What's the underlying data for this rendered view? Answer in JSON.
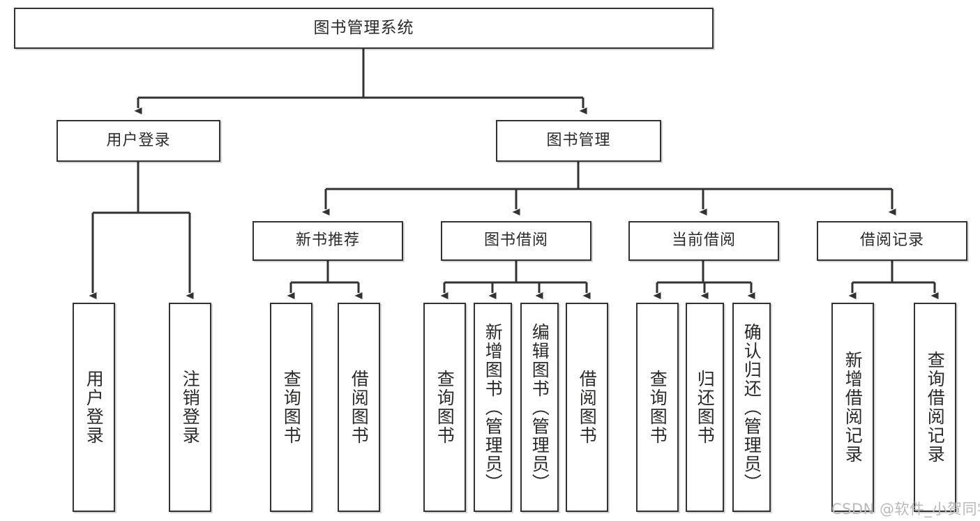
{
  "diagram": {
    "title": "图书管理系统",
    "type": "tree-hierarchy-chart",
    "root": {
      "label": "图书管理系统"
    },
    "level2": [
      {
        "label": "用户登录"
      },
      {
        "label": "图书管理"
      }
    ],
    "level3": [
      {
        "label": "新书推荐"
      },
      {
        "label": "图书借阅"
      },
      {
        "label": "当前借阅"
      },
      {
        "label": "借阅记录"
      }
    ],
    "leaves": [
      {
        "label": "用户登录"
      },
      {
        "label": "注销登录"
      },
      {
        "label": "查询图书"
      },
      {
        "label": "借阅图书"
      },
      {
        "label": "查询图书"
      },
      {
        "label": "新增图书（管理员）"
      },
      {
        "label": "编辑图书（管理员）"
      },
      {
        "label": "借阅图书"
      },
      {
        "label": "查询图书"
      },
      {
        "label": "归还图书"
      },
      {
        "label": "确认归还（管理员）"
      },
      {
        "label": "新增借阅记录"
      },
      {
        "label": "查询借阅记录"
      }
    ],
    "watermark": "CSDN @软件_小贺同学",
    "colors": {
      "stroke": "#33322f",
      "text": "#2a2a28",
      "background": "#ffffff",
      "watermark": "#b9b9b9"
    }
  }
}
